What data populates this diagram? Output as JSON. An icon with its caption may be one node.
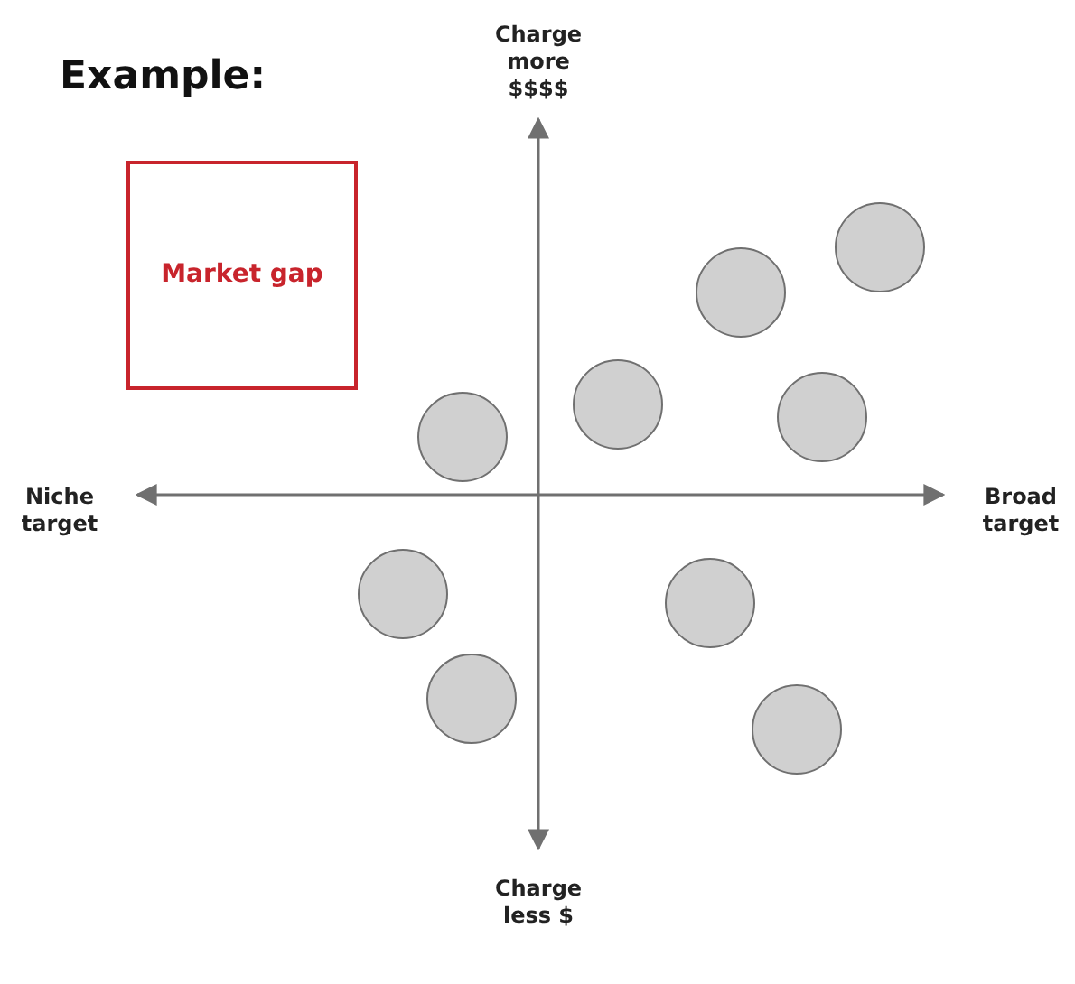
{
  "diagram": {
    "title": "Example:",
    "nodes": [
      {
        "text": [
          "Market gap"
        ]
      },
      {
        "text": [],
        "shape": "circle"
      },
      {
        "text": [],
        "shape": "circle"
      },
      {
        "text": [],
        "shape": "circle"
      },
      {
        "text": [],
        "shape": "circle"
      },
      {
        "text": [],
        "shape": "circle"
      },
      {
        "text": [],
        "shape": "circle"
      },
      {
        "text": [],
        "shape": "circle"
      },
      {
        "text": [],
        "shape": "circle"
      },
      {
        "text": [],
        "shape": "circle"
      }
    ],
    "edges": [],
    "labels": [
      "Charge more $$$$",
      "Niche target",
      "Broad target",
      "Charge less $"
    ]
  }
}
